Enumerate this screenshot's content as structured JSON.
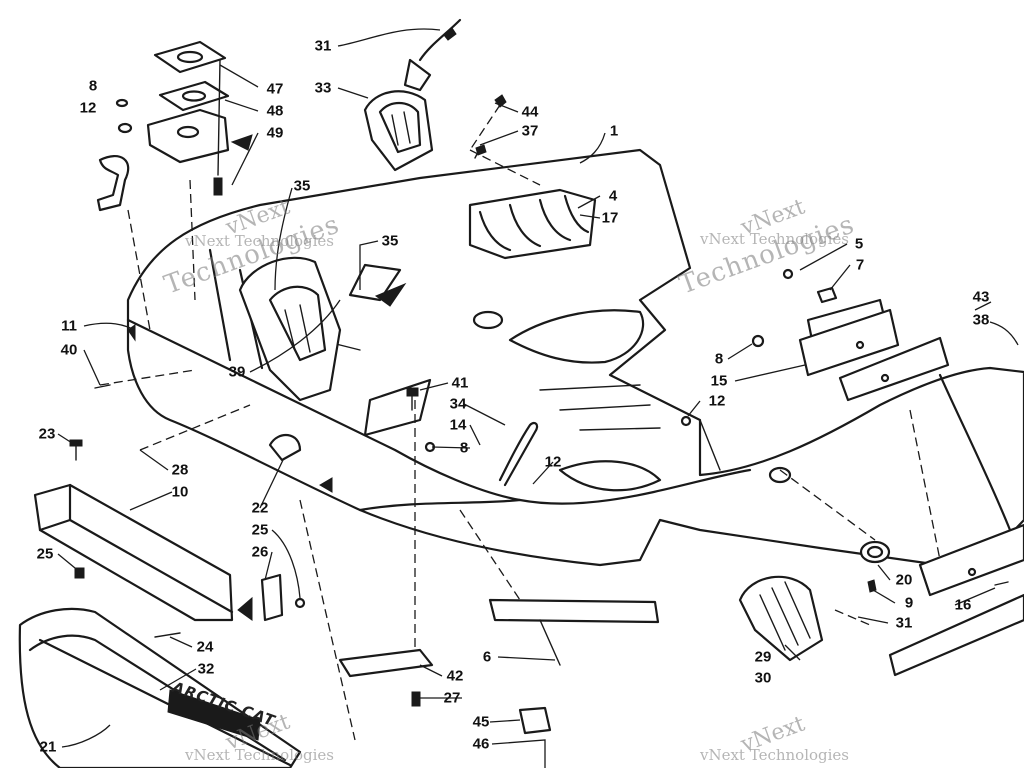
{
  "diagram": {
    "callouts": [
      {
        "id": "c31a",
        "text": "31"
      },
      {
        "id": "c33",
        "text": "33"
      },
      {
        "id": "c44",
        "text": "44"
      },
      {
        "id": "c37",
        "text": "37"
      },
      {
        "id": "c1",
        "text": "1"
      },
      {
        "id": "c8a",
        "text": "8"
      },
      {
        "id": "c12a",
        "text": "12"
      },
      {
        "id": "c47",
        "text": "47"
      },
      {
        "id": "c48",
        "text": "48"
      },
      {
        "id": "c49",
        "text": "49"
      },
      {
        "id": "c35a",
        "text": "35"
      },
      {
        "id": "c35b",
        "text": "35"
      },
      {
        "id": "c4",
        "text": "4"
      },
      {
        "id": "c17",
        "text": "17"
      },
      {
        "id": "c5",
        "text": "5"
      },
      {
        "id": "c7",
        "text": "7"
      },
      {
        "id": "c43",
        "text": "43"
      },
      {
        "id": "c38",
        "text": "38"
      },
      {
        "id": "c11",
        "text": "11"
      },
      {
        "id": "c40",
        "text": "40"
      },
      {
        "id": "c39",
        "text": "39"
      },
      {
        "id": "c41",
        "text": "41"
      },
      {
        "id": "c34",
        "text": "34"
      },
      {
        "id": "c14",
        "text": "14"
      },
      {
        "id": "c8b",
        "text": "8"
      },
      {
        "id": "c8c",
        "text": "8"
      },
      {
        "id": "c15",
        "text": "15"
      },
      {
        "id": "c12b",
        "text": "12"
      },
      {
        "id": "c12c",
        "text": "12"
      },
      {
        "id": "c23",
        "text": "23"
      },
      {
        "id": "c28",
        "text": "28"
      },
      {
        "id": "c10",
        "text": "10"
      },
      {
        "id": "c22",
        "text": "22"
      },
      {
        "id": "c25a",
        "text": "25"
      },
      {
        "id": "c25b",
        "text": "25"
      },
      {
        "id": "c26",
        "text": "26"
      },
      {
        "id": "c24",
        "text": "24"
      },
      {
        "id": "c32",
        "text": "32"
      },
      {
        "id": "c21",
        "text": "21"
      },
      {
        "id": "c20",
        "text": "20"
      },
      {
        "id": "c9",
        "text": "9"
      },
      {
        "id": "c16",
        "text": "16"
      },
      {
        "id": "c31b",
        "text": "31"
      },
      {
        "id": "c29",
        "text": "29"
      },
      {
        "id": "c30",
        "text": "30"
      },
      {
        "id": "c6",
        "text": "6"
      },
      {
        "id": "c42",
        "text": "42"
      },
      {
        "id": "c27",
        "text": "27"
      },
      {
        "id": "c45",
        "text": "45"
      },
      {
        "id": "c46",
        "text": "46"
      }
    ],
    "badge_text": "ARCTIC CAT",
    "watermark": {
      "brand": "vNext",
      "full": "vNext Technologies",
      "tech": "Technologies",
      "color": "#7a7a7a"
    }
  }
}
